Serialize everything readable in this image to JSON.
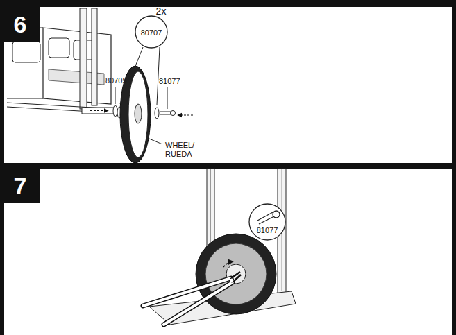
{
  "diagram": {
    "nodes": [
      {
        "text": [
          "6"
        ]
      },
      {
        "text": [
          "2x",
          "80707"
        ]
      },
      {
        "text": [
          "7"
        ]
      },
      {
        "text": [
          "81077"
        ]
      }
    ],
    "labels": [
      "80705",
      "81077",
      "WHEEL/ RUEDA"
    ]
  }
}
